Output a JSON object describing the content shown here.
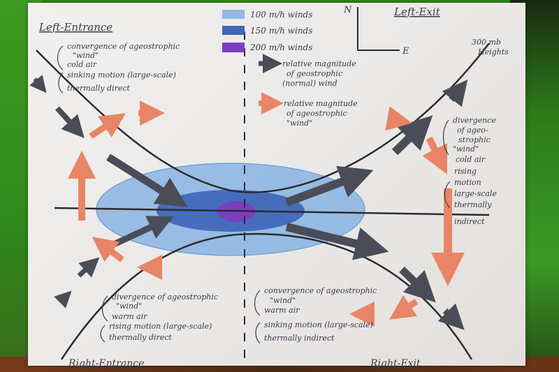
{
  "quadrants": {
    "left_entrance": "Left-Entrance",
    "left_exit": "Left-Exit",
    "right_entrance": "Right-Entrance",
    "right_exit": "Right-Exit"
  },
  "compass": {
    "north": "N",
    "east": "E"
  },
  "heights_label_1": "300 mb",
  "heights_label_2": "Heights",
  "legend": {
    "wind_100": "100 m/h winds",
    "wind_150": "150 m/h winds",
    "wind_200": "200 m/h winds",
    "geo_1": "relative magnitude",
    "geo_2": "of geostrophic",
    "geo_3": "(normal) wind",
    "ageo_1": "relative magnitude",
    "ageo_2": "of ageostrophic",
    "ageo_3": "\"wind\""
  },
  "notes": {
    "left_entrance": [
      "convergence of ageostrophic",
      "\"wind\"",
      "cold air",
      "sinking motion (large-scale)",
      "thermally direct"
    ],
    "left_exit": [
      "divergence",
      "of ageo-",
      "strophic",
      "\"wind\"",
      "cold air",
      "rising",
      "motion",
      "large-scale",
      "thermally",
      "indirect"
    ],
    "right_entrance": [
      "divergence of ageostrophic",
      "\"wind\"",
      "warm air",
      "rising motion (large-scale)",
      "thermally direct"
    ],
    "right_exit": [
      "convergence of ageostrophic",
      "\"wind\"",
      "warm air",
      "sinking motion (large-scale)",
      "thermally indirect"
    ]
  },
  "colors": {
    "wind_100": "#8fb8e3",
    "wind_150": "#3f66b8",
    "wind_200": "#7a3fc0",
    "geo_arrow": "#4a4d58",
    "ageo_arrow": "#e88566",
    "ink": "#2b2b30"
  }
}
